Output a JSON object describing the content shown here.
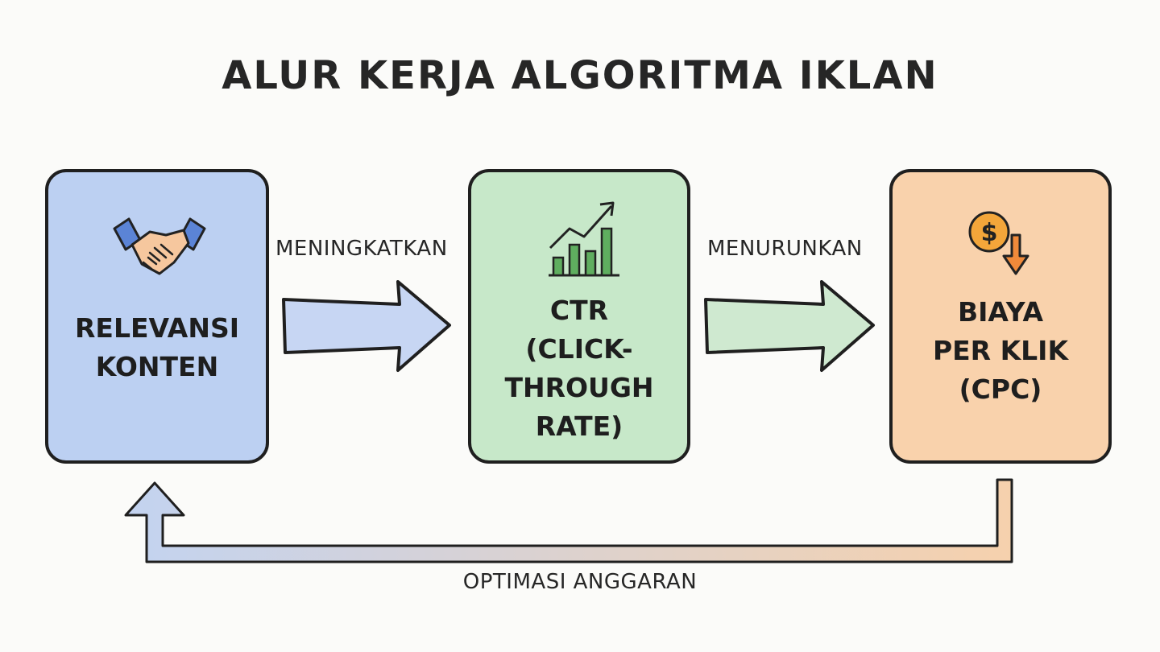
{
  "title": "ALUR KERJA ALGORITMA IKLAN",
  "nodes": [
    {
      "id": "relevansi",
      "label": "RELEVANSI\nKONTEN",
      "icon": "handshake-icon",
      "color": "#bcd0f2"
    },
    {
      "id": "ctr",
      "label": "CTR\n(CLICK-\nTHROUGH\nRATE)",
      "icon": "chart-trend-up-icon",
      "color": "#c7e8c9"
    },
    {
      "id": "cpc",
      "label": "BIAYA\nPER KLIK\n(CPC)",
      "icon": "dollar-down-icon",
      "color": "#f9d2ac"
    }
  ],
  "edges": [
    {
      "from": "relevansi",
      "to": "ctr",
      "label": "MENINGKATKAN"
    },
    {
      "from": "ctr",
      "to": "cpc",
      "label": "MENURUNKAN"
    },
    {
      "from": "cpc",
      "to": "relevansi",
      "label": "OPTIMASI ANGGARAN"
    }
  ]
}
